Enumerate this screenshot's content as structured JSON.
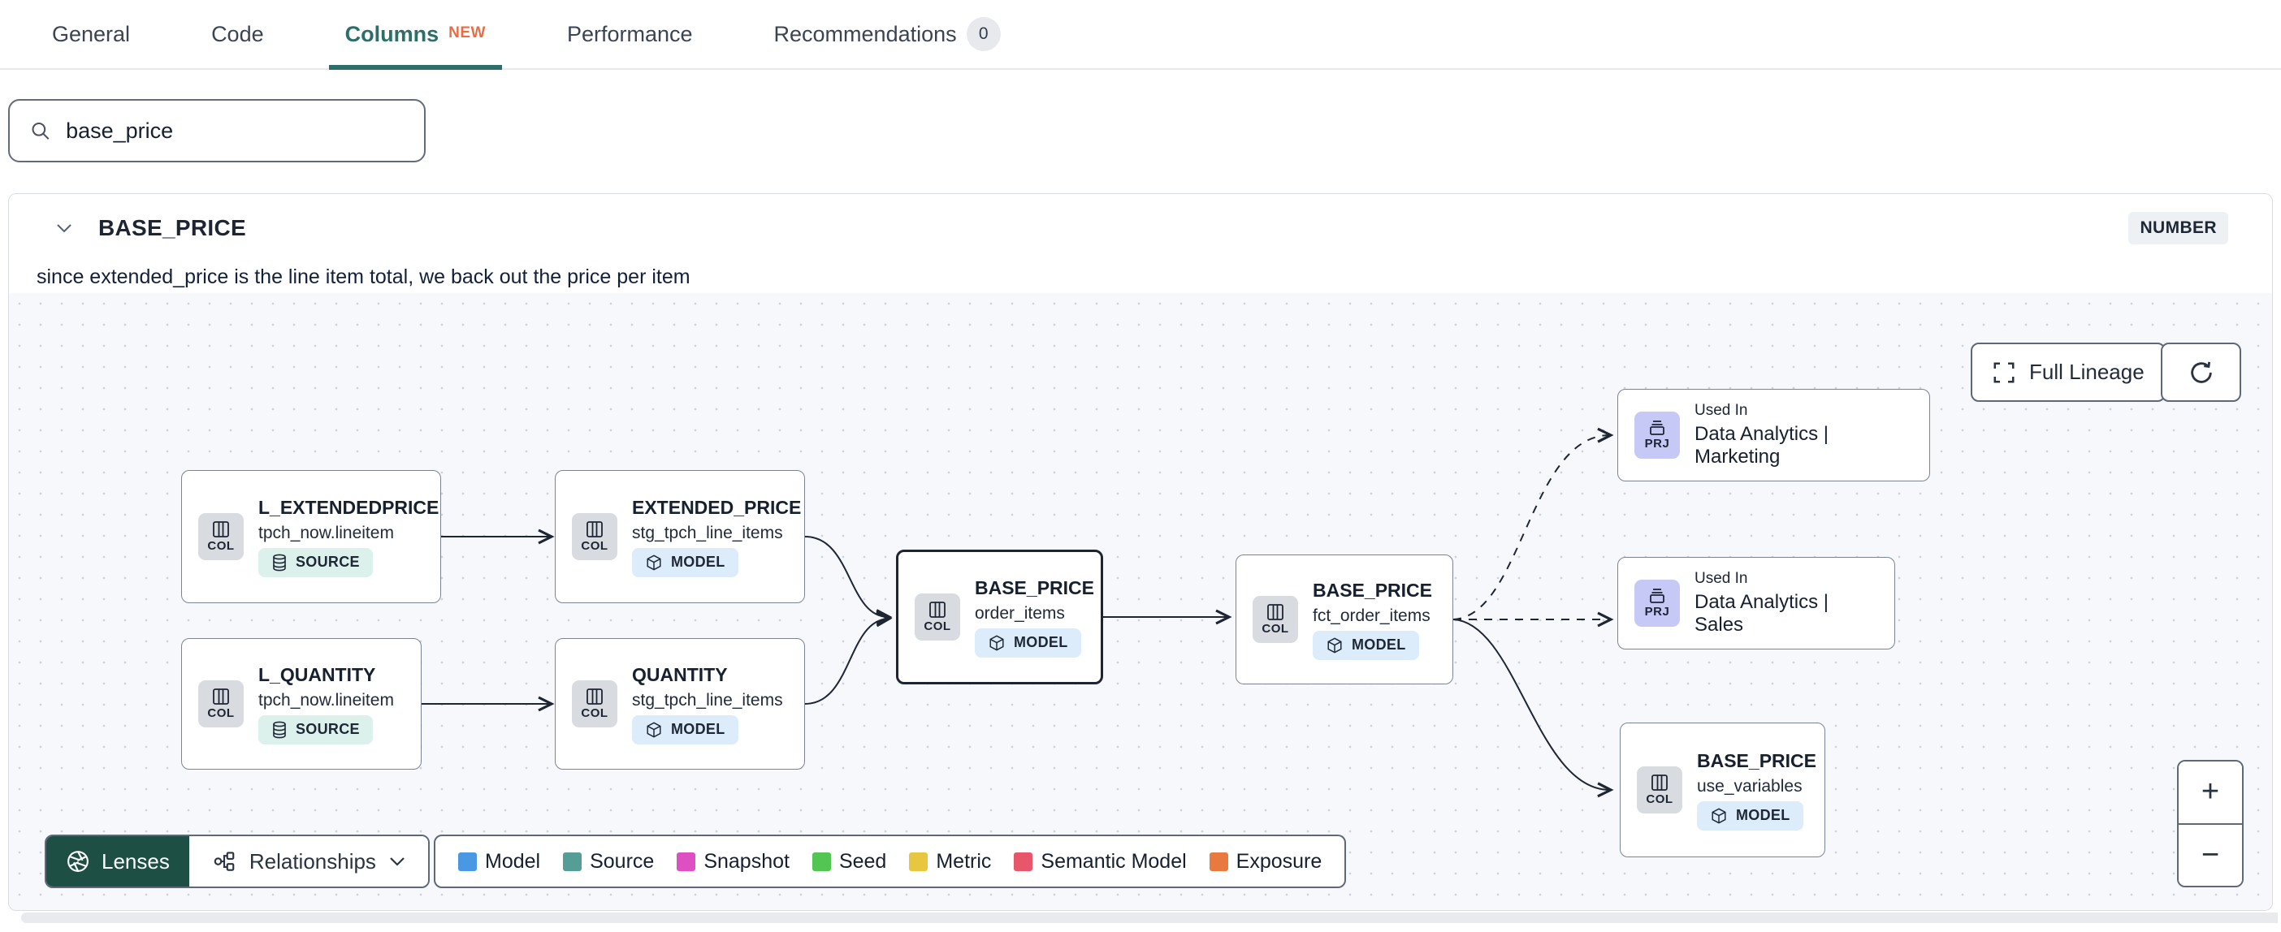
{
  "tabs": {
    "items": [
      {
        "label": "General"
      },
      {
        "label": "Code"
      },
      {
        "label": "Columns",
        "badge": "NEW"
      },
      {
        "label": "Performance"
      },
      {
        "label": "Recommendations",
        "count": "0"
      }
    ]
  },
  "search": {
    "value": "base_price"
  },
  "column": {
    "name": "BASE_PRICE",
    "type": "NUMBER",
    "description": "since extended_price is the line item total, we back out the price per item"
  },
  "lineage": {
    "full_lineage_label": "Full Lineage",
    "lenses_label": "Lenses",
    "relationships_label": "Relationships",
    "zoom_in_label": "+",
    "zoom_out_label": "−",
    "legend": [
      {
        "label": "Model",
        "color": "#4a97e3"
      },
      {
        "label": "Source",
        "color": "#559d97"
      },
      {
        "label": "Snapshot",
        "color": "#df4fc4"
      },
      {
        "label": "Seed",
        "color": "#52c553"
      },
      {
        "label": "Metric",
        "color": "#e7c73f"
      },
      {
        "label": "Semantic Model",
        "color": "#e8566b"
      },
      {
        "label": "Exposure",
        "color": "#e8793f"
      }
    ],
    "nodes": [
      {
        "icon": "COL",
        "title": "L_EXTENDEDPRICE",
        "subtitle": "tpch_now.lineitem",
        "badge": "SOURCE"
      },
      {
        "icon": "COL",
        "title": "EXTENDED_PRICE",
        "subtitle": "stg_tpch_line_items",
        "badge": "MODEL"
      },
      {
        "icon": "COL",
        "title": "L_QUANTITY",
        "subtitle": "tpch_now.lineitem",
        "badge": "SOURCE"
      },
      {
        "icon": "COL",
        "title": "QUANTITY",
        "subtitle": "stg_tpch_line_items",
        "badge": "MODEL"
      },
      {
        "icon": "COL",
        "title": "BASE_PRICE",
        "subtitle": "order_items",
        "badge": "MODEL"
      },
      {
        "icon": "COL",
        "title": "BASE_PRICE",
        "subtitle": "fct_order_items",
        "badge": "MODEL"
      },
      {
        "icon": "PRJ",
        "eyebrow": "Used In",
        "title": "Data Analytics | Marketing"
      },
      {
        "icon": "PRJ",
        "eyebrow": "Used In",
        "title": "Data Analytics | Sales"
      },
      {
        "icon": "COL",
        "title": "BASE_PRICE",
        "subtitle": "use_variables",
        "badge": "MODEL"
      }
    ]
  }
}
